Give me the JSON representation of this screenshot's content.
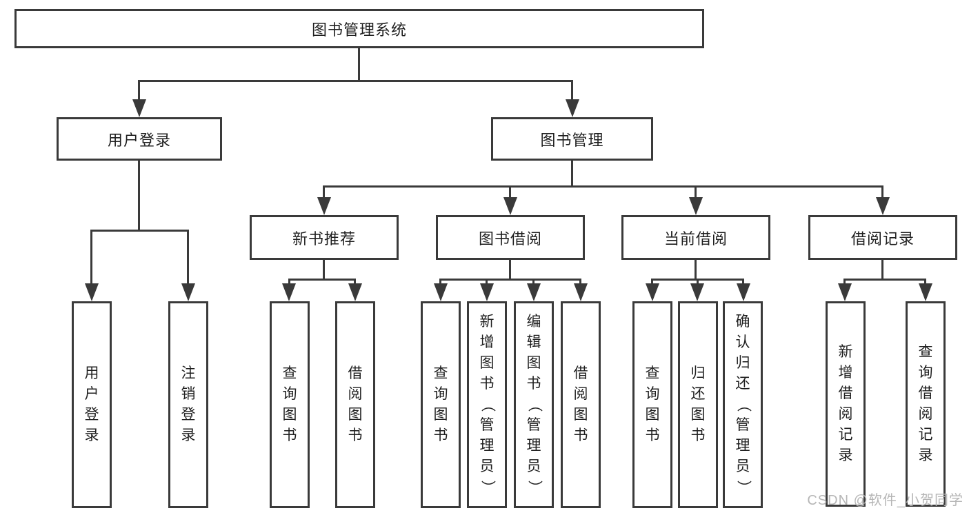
{
  "tree": {
    "label": "图书管理系统",
    "children": [
      {
        "label": "用户登录",
        "children": [
          {
            "label": "用户登录"
          },
          {
            "label": "注销登录"
          }
        ]
      },
      {
        "label": "图书管理",
        "children": [
          {
            "label": "新书推荐",
            "children": [
              {
                "label": "查询图书"
              },
              {
                "label": "借阅图书"
              }
            ]
          },
          {
            "label": "图书借阅",
            "children": [
              {
                "label": "查询图书"
              },
              {
                "label": "新增图书（管理员）"
              },
              {
                "label": "编辑图书（管理员）"
              },
              {
                "label": "借阅图书"
              }
            ]
          },
          {
            "label": "当前借阅",
            "children": [
              {
                "label": "查询图书"
              },
              {
                "label": "归还图书"
              },
              {
                "label": "确认归还（管理员）"
              }
            ]
          },
          {
            "label": "借阅记录",
            "children": [
              {
                "label": "新增借阅记录"
              },
              {
                "label": "查询借阅记录"
              }
            ]
          }
        ]
      }
    ]
  },
  "watermark": {
    "text": "CSDN @软件_小贺同学"
  },
  "colors": {
    "line": "#3a3a3a",
    "text": "#1f1f1f",
    "watermark": "#b6b6b6",
    "background": "#ffffff"
  }
}
